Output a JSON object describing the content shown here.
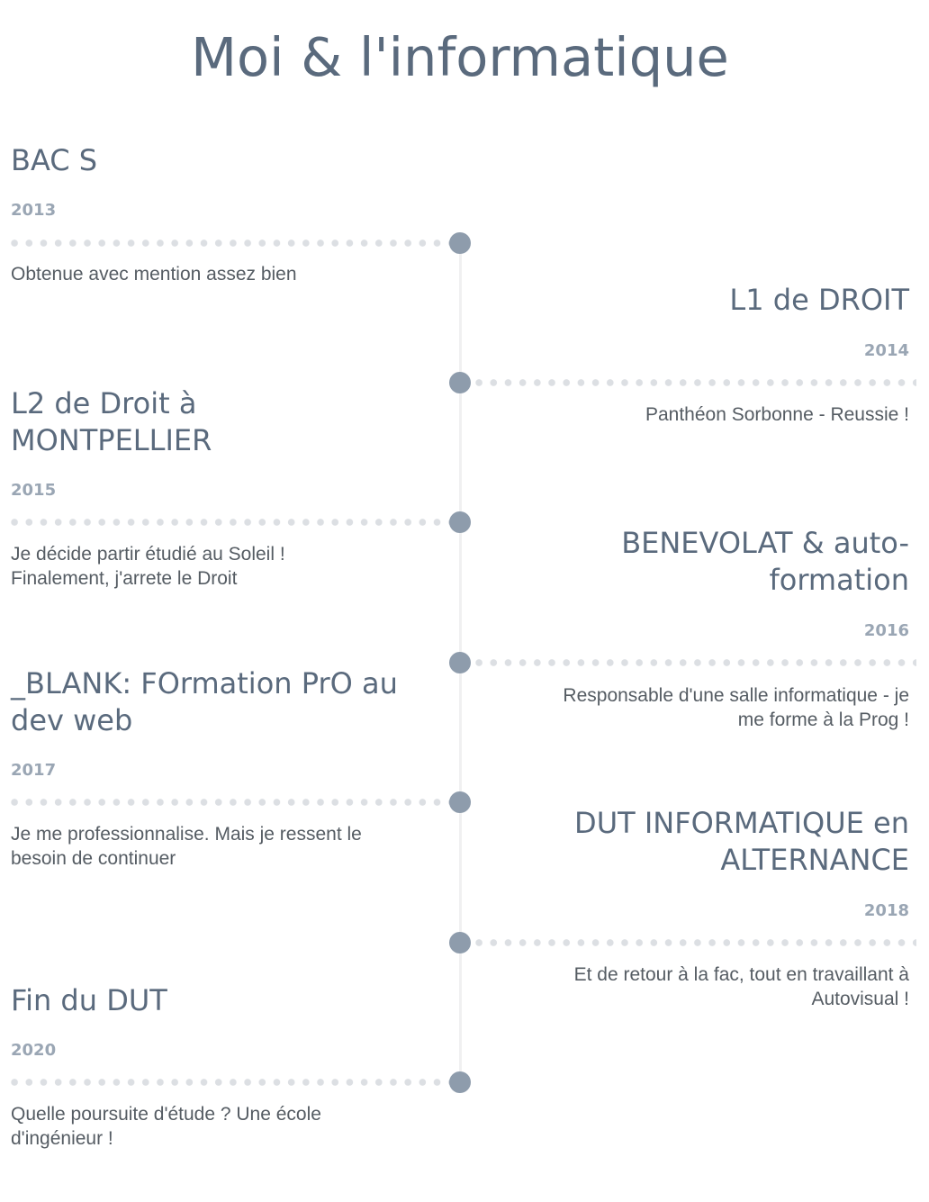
{
  "page": {
    "title": "Moi & l'informatique"
  },
  "timeline": [
    {
      "title": "BAC S",
      "year": "2013",
      "description": "Obtenue avec mention assez bien"
    },
    {
      "title": "L1 de DROIT",
      "year": "2014",
      "description": "Panthéon Sorbonne - Reussie !"
    },
    {
      "title": "L2 de Droit à MONTPELLIER",
      "year": "2015",
      "description": "Je décide partir étudié au Soleil !\n Finalement, j'arrete le Droit"
    },
    {
      "title": "BENEVOLAT & auto-formation",
      "year": "2016",
      "description": "Responsable d'une salle informatique - je me forme à la Prog !"
    },
    {
      "title": "_BLANK: FOrmation PrO au dev web",
      "year": "2017",
      "description": "Je me professionnalise. Mais je ressent le besoin de continuer"
    },
    {
      "title": "DUT INFORMATIQUE en ALTERNANCE",
      "year": "2018",
      "description": "Et de retour à la fac, tout en travaillant à Autovisual !"
    },
    {
      "title": "Fin du DUT",
      "year": "2020",
      "description": "Quelle poursuite d'étude ? Une école d'ingénieur !"
    }
  ],
  "colors": {
    "title": "#5a6a7d",
    "year": "#9aa6b4",
    "node": "#8e9cac",
    "dots": "#dcdfe3",
    "text": "#555c63"
  }
}
